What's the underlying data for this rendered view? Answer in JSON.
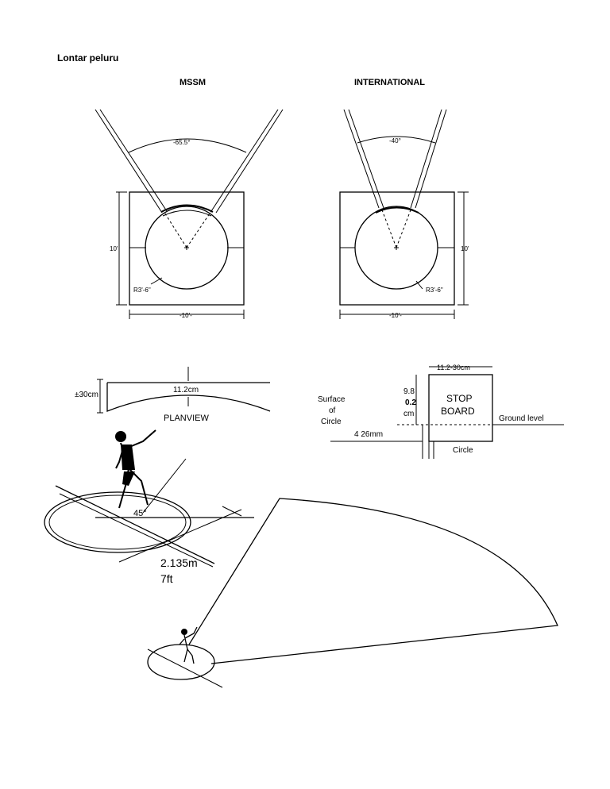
{
  "page": {
    "title": "Lontar peluru"
  },
  "columns": {
    "left": "MSSM",
    "right": "INTERNATIONAL"
  },
  "mssm_diagram": {
    "angle": "-65.5°",
    "side_dim": "10'",
    "radius": "R3'-6\"",
    "bottom_dim": "-10'-"
  },
  "international_diagram": {
    "angle": "-40°",
    "side_dim": "10'",
    "radius": "R3'-6\"",
    "bottom_dim": "-10'-"
  },
  "toeboard_plan": {
    "height_dim": "±30cm",
    "length_dim": "11.2cm",
    "caption": "PLANVIEW"
  },
  "stop_board": {
    "top_dim": "11.2-30cm",
    "label_line1": "STOP",
    "label_line2": "BOARD",
    "ground": "Ground level",
    "surface_line1": "Surface",
    "surface_line2": "of",
    "surface_line3": "Circle",
    "height_val1": "9.8",
    "height_val2": "0.2",
    "height_unit": "cm",
    "depth": "4 26mm",
    "circle": "Circle"
  },
  "thrower_circle": {
    "angle": "45°",
    "diameter_m": "2.135m",
    "diameter_ft": "7ft"
  }
}
